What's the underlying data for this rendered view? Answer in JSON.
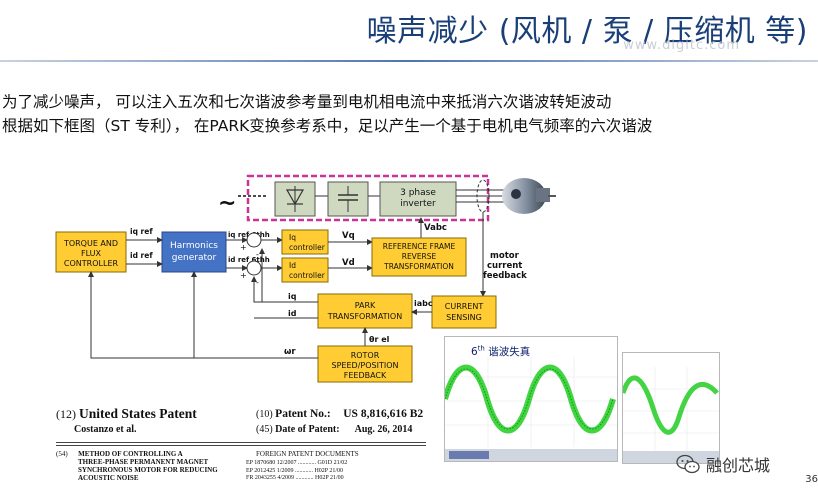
{
  "header": {
    "title": "噪声减少 (风机 / 泵 / 压缩机 等)",
    "watermark": "www.digitc.com"
  },
  "body": {
    "paragraph1": "为了减少噪声， 可以注入五次和七次谐波参考量到电机相电流中来抵消六次谐波转矩波动",
    "paragraph2": "根据如下框图（ST 专利）， 在PARK变换参考系中，足以产生一个基于电机电气频率的六次谐波"
  },
  "diagram": {
    "blocks": {
      "torque_controller": [
        "TORQUE AND",
        "FLUX",
        "CONTROLLER"
      ],
      "harmonics_generator": [
        "Harmonics",
        "generator"
      ],
      "iq_controller": [
        "Iq",
        "controller"
      ],
      "id_controller": [
        "Id",
        "controller"
      ],
      "reverse_park": [
        "REFERENCE FRAME",
        "REVERSE",
        "TRANSFORMATION"
      ],
      "inverter": [
        "3 phase",
        "inverter"
      ],
      "park": [
        "PARK",
        "TRANSFORMATION"
      ],
      "current_sensing": [
        "CURRENT",
        "SENSING"
      ],
      "rotor_feedback": [
        "ROTOR",
        "SPEED/POSITION",
        "FEEDBACK"
      ]
    },
    "signals": {
      "iq_ref": "iq ref",
      "id_ref": "id ref",
      "iq_ref_6th": "iq ref 6thh",
      "id_ref_6th": "id ref 6thh",
      "vq": "Vq",
      "vd": "Vd",
      "vabc": "Vabc",
      "iq": "iq",
      "id": "id",
      "iabc": "iabc",
      "theta": "θr el",
      "omega": "ωr",
      "motor_feedback": [
        "motor",
        "current",
        "feedback"
      ],
      "ac_source": "~",
      "plus": "+",
      "minus": "-"
    }
  },
  "patent": {
    "country_code": "(12)",
    "title": "United States Patent",
    "authors": "Costanzo et al.",
    "number_code": "(10)",
    "number_label": "Patent No.:",
    "number": "US 8,816,616 B2",
    "date_code": "(45)",
    "date_label": "Date of Patent:",
    "date": "Aug. 26, 2014",
    "method_code": "(54)",
    "method_lines": [
      "METHOD OF CONTROLLING A",
      "THREE-PHASE PERMANENT MAGNET",
      "SYNCHRONOUS MOTOR FOR REDUCING",
      "ACOUSTIC NOISE"
    ],
    "foreign_heading": "FOREIGN PATENT DOCUMENTS",
    "foreign_rows": [
      "EP        1870680        12/2007   ............   G01D 21/02",
      "EP        2012425        1/2009    ............   H02P 21/00",
      "FR        2043255        4/2009    ............   H02P 21/00"
    ]
  },
  "scope": {
    "label": "6",
    "label_sup": "th",
    "label_tail": " 谐波失真"
  },
  "footer": {
    "brand": "融创芯城",
    "page": "36"
  },
  "colors": {
    "block_fill": "#ffcc33",
    "block_border": "#8a6a00",
    "inverter_box": "#cc3399",
    "waveform": "#22cc22",
    "title": "#1a3f78",
    "line": "#333333"
  }
}
